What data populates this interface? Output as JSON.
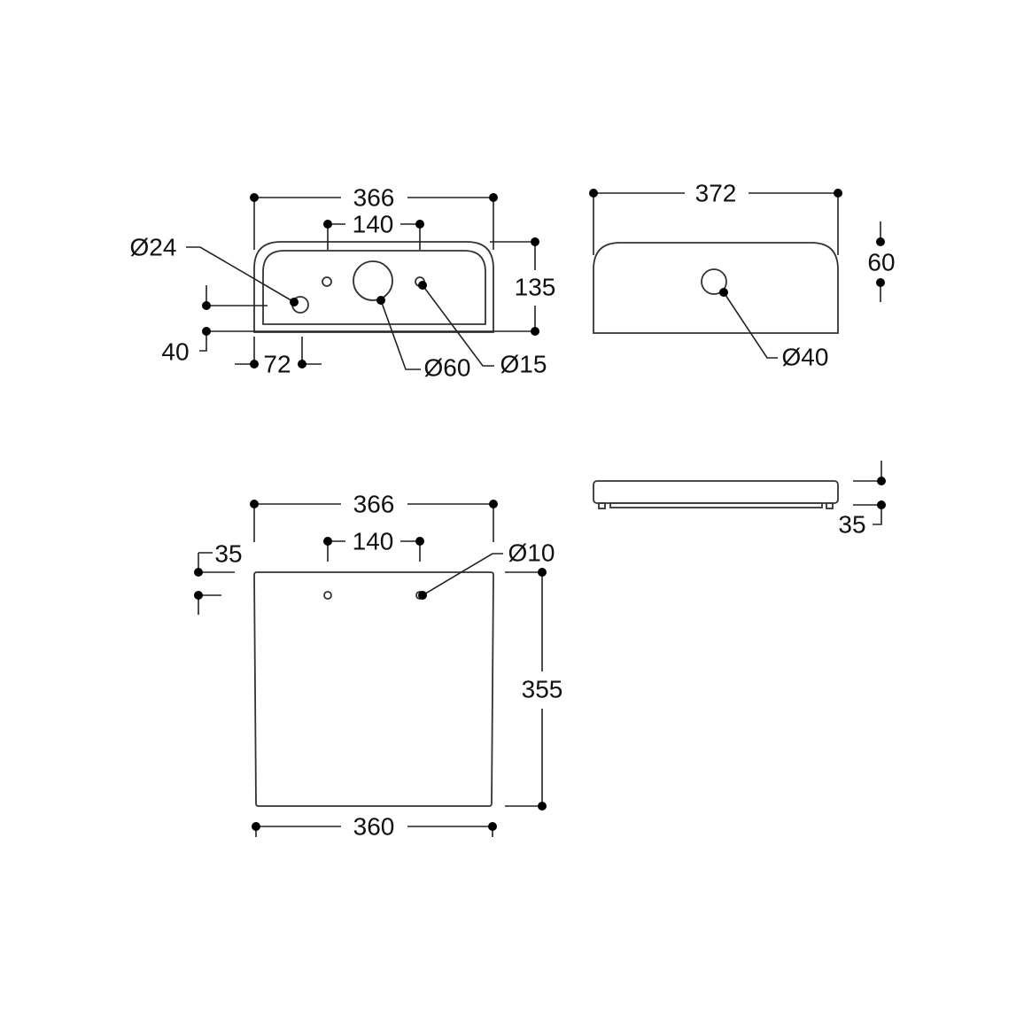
{
  "front_view": {
    "width": "366",
    "hole_spacing": "140",
    "height": "135",
    "hole_height": "40",
    "hole_offset": "72",
    "d24": "Ø24",
    "d60": "Ø60",
    "d15": "Ø15"
  },
  "top_view": {
    "width": "372",
    "depth": "60",
    "d40": "Ø40"
  },
  "side_view": {
    "thickness": "35"
  },
  "bottom_view": {
    "width_top": "366",
    "hole_spacing": "140",
    "hole_offset": "35",
    "d10": "Ø10",
    "length": "355",
    "width_bottom": "360"
  },
  "colors": {
    "line": "#222222",
    "background": "#ffffff"
  }
}
